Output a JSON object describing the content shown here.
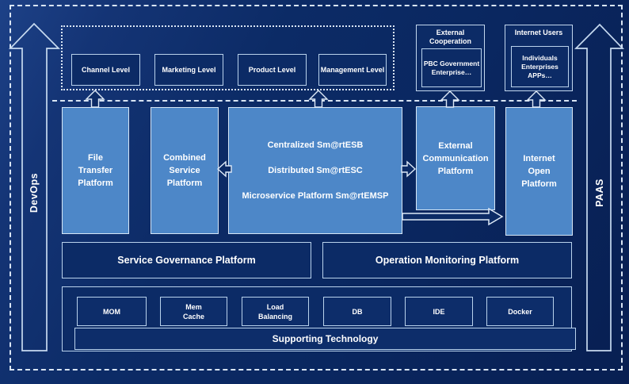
{
  "side_rails": {
    "devops": "DevOps",
    "paas": "PAAS"
  },
  "top_levels": [
    "Channel Level",
    "Marketing Level",
    "Product Level",
    "Management Level"
  ],
  "external_cooperation": {
    "title": "External\nCooperation",
    "members": "PBC Government\nEnterprise…"
  },
  "internet_users": {
    "title": "Internet Users",
    "members": "Individuals\nEnterprises\nAPPs…"
  },
  "platforms": {
    "file_transfer": "File\nTransfer\nPlatform",
    "combined_service": "Combined\nService\nPlatform",
    "esb": {
      "line1": "Centralized Sm@rtESB",
      "line2": "Distributed Sm@rtESC",
      "line3": "Microservice Platform Sm@rtEMSP"
    },
    "external_communication": "External\nCommunication\nPlatform",
    "internet_open": "Internet\nOpen\nPlatform"
  },
  "governance": {
    "service": "Service Governance Platform",
    "operation": "Operation Monitoring Platform"
  },
  "supporting": {
    "technologies": [
      "MOM",
      "Mem\nCache",
      "Load\nBalancing",
      "DB",
      "IDE",
      "Docker"
    ],
    "bar_label": "Supporting Technology"
  },
  "colors": {
    "background": "#0c2b66",
    "panel_blue": "#4d87c8",
    "line_light": "#d9e5f4",
    "text": "#ffffff"
  }
}
